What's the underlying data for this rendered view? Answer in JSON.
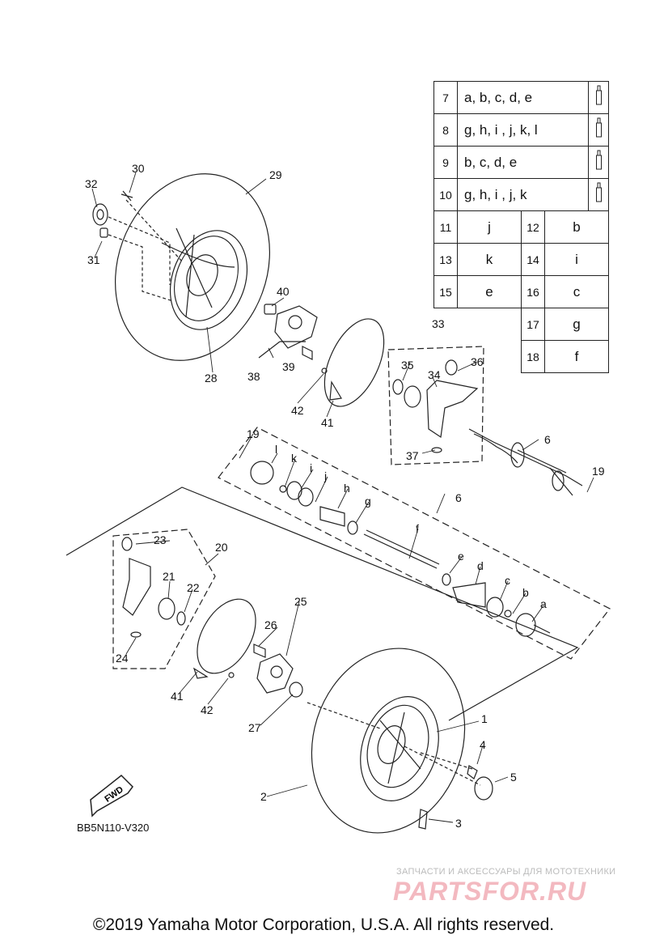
{
  "diagram_code": "BB5N110-V320",
  "fwd_label": "FWD",
  "copyright": "©2019 Yamaha Motor Corporation, U.S.A. All rights reserved.",
  "watermark": {
    "tagline": "ЗАПЧАСТИ И АКСЕССУАРЫ ДЛЯ МОТОТЕХНИКИ",
    "logo": "PARTSFOR.RU"
  },
  "callouts": {
    "c1": "1",
    "c2": "2",
    "c3": "3",
    "c4": "4",
    "c5": "5",
    "c6a": "6",
    "c6b": "6",
    "c19a": "19",
    "c19b": "19",
    "c20": "20",
    "c21": "21",
    "c22": "22",
    "c23": "23",
    "c24": "24",
    "c25": "25",
    "c26": "26",
    "c27": "27",
    "c28": "28",
    "c29": "29",
    "c30": "30",
    "c31": "31",
    "c32": "32",
    "c33": "33",
    "c34": "34",
    "c35": "35",
    "c36": "36",
    "c37": "37",
    "c38": "38",
    "c39": "39",
    "c40": "40",
    "c41a": "41",
    "c41b": "41",
    "c42a": "42",
    "c42b": "42",
    "la": "a",
    "lb": "b",
    "lc": "c",
    "ld": "d",
    "le": "e",
    "lf": "f",
    "lg": "g",
    "lh": "h",
    "li": "i",
    "lj": "j",
    "lk": "k",
    "ll": "l"
  },
  "kit_table": {
    "wide_rows": [
      {
        "num": "7",
        "parts": "a, b, c, d, e"
      },
      {
        "num": "8",
        "parts": "g, h, i , j, k, l"
      },
      {
        "num": "9",
        "parts": "b, c, d, e"
      },
      {
        "num": "10",
        "parts": "g, h, i , j, k"
      }
    ],
    "pair_rows": [
      {
        "n1": "11",
        "v1": "j",
        "n2": "12",
        "v2": "b"
      },
      {
        "n1": "13",
        "v1": "k",
        "n2": "14",
        "v2": "i"
      },
      {
        "n1": "15",
        "v1": "e",
        "n2": "16",
        "v2": "c"
      }
    ],
    "single_rows": [
      {
        "num": "17",
        "part": "g"
      },
      {
        "num": "18",
        "part": "f"
      }
    ]
  }
}
